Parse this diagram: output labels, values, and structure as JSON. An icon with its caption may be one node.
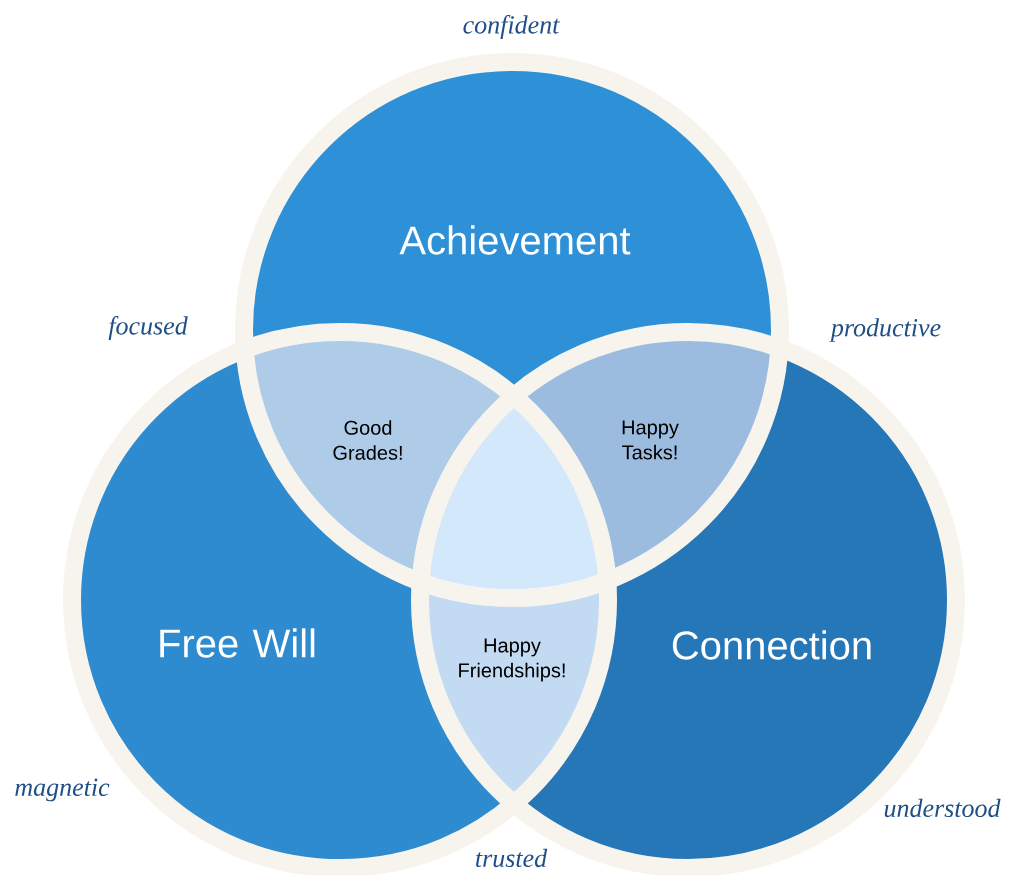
{
  "diagram": {
    "nodes": [
      {
        "text": [
          "Achievement"
        ]
      },
      {
        "text": [
          "Good Grades!"
        ]
      },
      {
        "text": [
          "Happy Tasks!"
        ]
      },
      {
        "text": [
          "Free Will"
        ]
      },
      {
        "text": [
          "Happy Friendships!"
        ]
      },
      {
        "text": [
          "Connection"
        ]
      }
    ],
    "labels": [
      "confident",
      "focused",
      "productive",
      "magnetic",
      "trusted",
      "understood"
    ]
  }
}
